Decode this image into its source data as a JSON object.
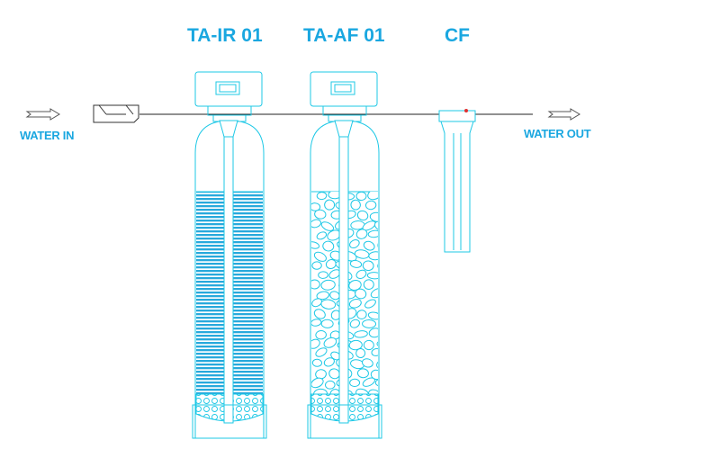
{
  "titles": {
    "tank1": "TA-IR 01",
    "tank2": "TA-AF 01",
    "filter": "CF"
  },
  "flow": {
    "inlet": "WATER IN",
    "outlet": "WATER OUT"
  },
  "colors": {
    "line": "#1ec8e6",
    "label": "#1aa7e0",
    "resin": "#27a9dc",
    "pipe": "#222222",
    "indicator": "#e03030"
  },
  "icons": {
    "inlet_arrow": "arrow-right-icon",
    "outlet_arrow": "arrow-right-icon",
    "control_display": "display-icon",
    "pre_filter": "inline-filter-icon"
  }
}
